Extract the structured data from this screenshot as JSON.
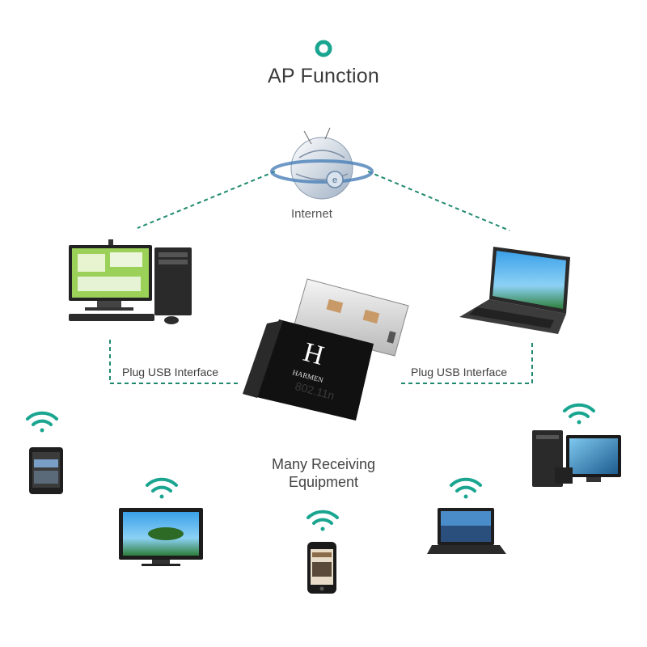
{
  "title": "AP Function",
  "internet_label": "Internet",
  "plug_left": "Plug USB Interface",
  "plug_right": "Plug USB Interface",
  "receiving_line1": "Many Receiving",
  "receiving_line2": "Equipment",
  "adapter": {
    "brand": "HARMEN",
    "standard": "802.11n"
  },
  "colors": {
    "accent": "#1aa590",
    "dashed": "#1f8a6f",
    "text": "#3b3b3b"
  }
}
